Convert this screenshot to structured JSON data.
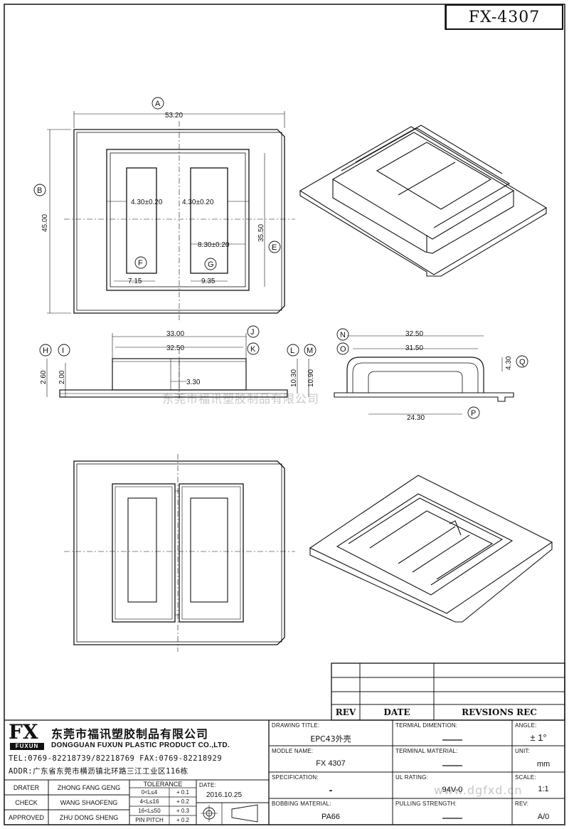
{
  "part_number": "FX-4307",
  "bubbles": [
    "A",
    "B",
    "E",
    "F",
    "G",
    "H",
    "I",
    "J",
    "K",
    "L",
    "M",
    "N",
    "O",
    "P",
    "Q"
  ],
  "top_view": {
    "width": "53.20",
    "height": "45.00",
    "slot_left": "4.30±0.20",
    "slot_right": "4.30±0.20",
    "slot_pitch": "8.30±0.20",
    "inner_height": "35.50",
    "left_w": "7.15",
    "right_w": "9.35"
  },
  "side_view": {
    "outer": "33.00",
    "inner": "32.50",
    "gap": "3.30",
    "flange": "2.60",
    "base": "2.00",
    "h1": "10.30",
    "h2": "10.90"
  },
  "end_view": {
    "outer": "32.50",
    "inner": "31.50",
    "bottom": "24.30",
    "rib": "4.30"
  },
  "watermark": "东莞市福讯塑胶制品有限公司",
  "watermark_url": "www.dgfxd.cn",
  "revision": {
    "headers": [
      "REV",
      "DATE",
      "REVSIONS REC"
    ]
  },
  "company": {
    "logo": "FX",
    "logo_sub": "FUXUN",
    "name_cn": "东莞市福讯塑胶制品有限公司",
    "name_en": "DONGGUAN FUXUN PLASTIC PRODUCT CO.,LTD.",
    "tel": "TEL:0769-82218739/82218769 FAX:0769-82218929",
    "addr": "ADDR:广东省东莞市横沥镇北环路三江工业区116栋"
  },
  "sign": {
    "rows": [
      {
        "role": "DRATER",
        "name": "ZHONG FANG GENG"
      },
      {
        "role": "CHECK",
        "name": "WANG SHAOFENG"
      },
      {
        "role": "APPROVED",
        "name": "ZHU DONG SHENG"
      }
    ]
  },
  "tolerance": {
    "title": "TOLERANCE",
    "rows": [
      {
        "range": "0<L≤4",
        "value": "+ 0.1"
      },
      {
        "range": "4<L≤16",
        "value": "+ 0.2"
      },
      {
        "range": "16<L≤50",
        "value": "+ 0.3"
      },
      {
        "range": "PIN PITCH",
        "value": "+ 0.2"
      }
    ]
  },
  "date": {
    "label": "DATE:",
    "value": "2016.10.25"
  },
  "fields": {
    "drawing_title_label": "DRAWING TITLE:",
    "drawing_title": "EPC43外壳",
    "model_label": "MODLE NAME:",
    "model": "FX 4307",
    "spec_label": "SPECIFICATION:",
    "spec": "-",
    "bobbing_label": "BOBBING MATERIAL:",
    "bobbing": "PA66",
    "termial_dim_label": "TERMIAL DIMENTION:",
    "termial_mat_label": "TERMINAL MATERIAL:",
    "ul_label": "UL RATING:",
    "ul": "94V-0",
    "pulling_label": "PULLING STRENGTH:",
    "angle_label": "ANGLE:",
    "angle": "± 1°",
    "unit_label": "UNIT:",
    "unit": "mm",
    "scale_label": "SCALE:",
    "scale": "1:1",
    "rev_label": "REV:",
    "rev": "A/0"
  }
}
